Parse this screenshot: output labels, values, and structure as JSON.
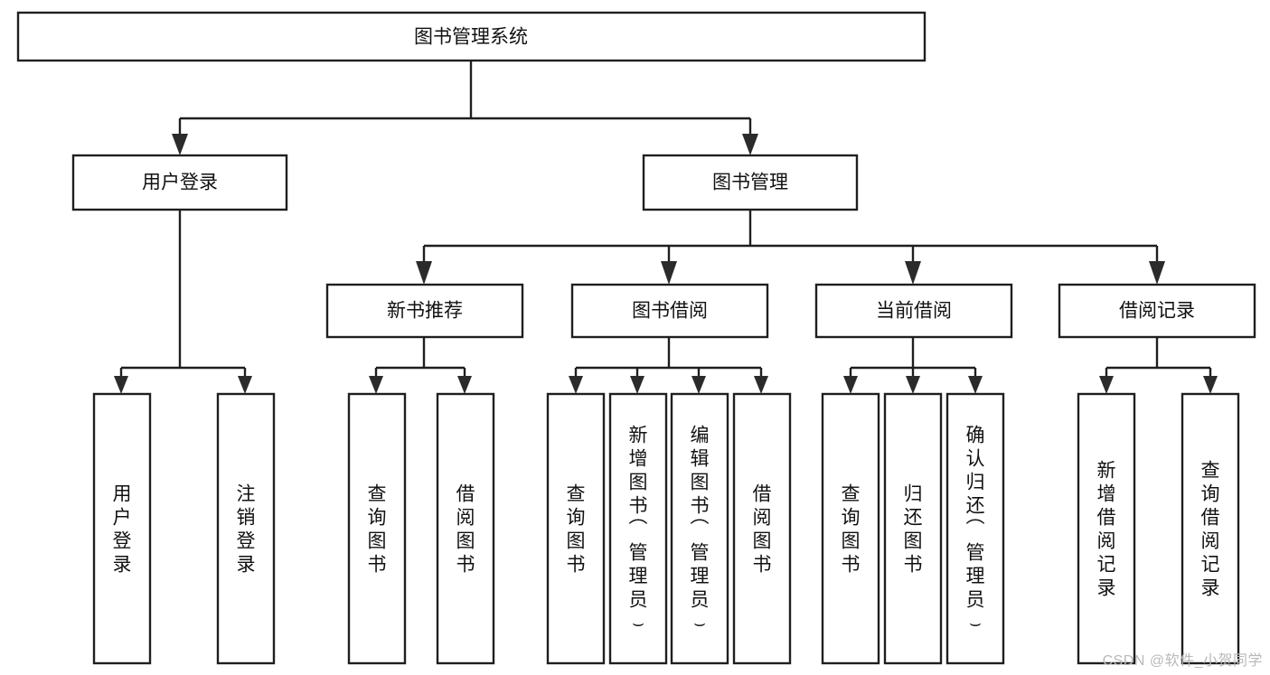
{
  "diagram": {
    "title": "图书管理系统",
    "watermark": "CSDN @软件_小贺同学",
    "colors": {
      "box_stroke": "#1f1f1f",
      "box_fill": "#ffffff",
      "edge": "#1f1f1f",
      "text": "#111111",
      "watermark": "#b9b9b9",
      "background": "#ffffff"
    },
    "levels": {
      "root": "图书管理系统",
      "level2": [
        "用户登录",
        "图书管理"
      ],
      "level3": [
        "新书推荐",
        "图书借阅",
        "当前借阅",
        "借阅记录"
      ]
    },
    "nodes": {
      "root": {
        "label": "图书管理系统",
        "orientation": "horizontal"
      },
      "user_login": {
        "label": "用户登录",
        "orientation": "horizontal"
      },
      "book_manage": {
        "label": "图书管理",
        "orientation": "horizontal"
      },
      "new_book_rec": {
        "label": "新书推荐",
        "orientation": "horizontal"
      },
      "book_borrow": {
        "label": "图书借阅",
        "orientation": "horizontal"
      },
      "current_borrow": {
        "label": "当前借阅",
        "orientation": "horizontal"
      },
      "borrow_record": {
        "label": "借阅记录",
        "orientation": "horizontal"
      },
      "leaf_user_login": {
        "label": "用户登录",
        "orientation": "vertical"
      },
      "leaf_logout": {
        "label": "注销登录",
        "orientation": "vertical"
      },
      "leaf_query_book_1": {
        "label": "查询图书",
        "orientation": "vertical"
      },
      "leaf_borrow_book_1": {
        "label": "借阅图书",
        "orientation": "vertical"
      },
      "leaf_query_book_2": {
        "label": "查询图书",
        "orientation": "vertical"
      },
      "leaf_add_book": {
        "label": "新增图书（管理员）",
        "orientation": "vertical"
      },
      "leaf_edit_book": {
        "label": "编辑图书（管理员）",
        "orientation": "vertical"
      },
      "leaf_borrow_book_2": {
        "label": "借阅图书",
        "orientation": "vertical"
      },
      "leaf_query_book_3": {
        "label": "查询图书",
        "orientation": "vertical"
      },
      "leaf_return_book": {
        "label": "归还图书",
        "orientation": "vertical"
      },
      "leaf_confirm_return": {
        "label": "确认归还（管理员）",
        "orientation": "vertical"
      },
      "leaf_add_record": {
        "label": "新增借阅记录",
        "orientation": "vertical"
      },
      "leaf_query_record": {
        "label": "查询借阅记录",
        "orientation": "vertical"
      }
    },
    "tree": {
      "root": "图书管理系统",
      "children": [
        {
          "label": "用户登录",
          "children": [
            {
              "label": "用户登录"
            },
            {
              "label": "注销登录"
            }
          ]
        },
        {
          "label": "图书管理",
          "children": [
            {
              "label": "新书推荐",
              "children": [
                {
                  "label": "查询图书"
                },
                {
                  "label": "借阅图书"
                }
              ]
            },
            {
              "label": "图书借阅",
              "children": [
                {
                  "label": "查询图书"
                },
                {
                  "label": "新增图书（管理员）"
                },
                {
                  "label": "编辑图书（管理员）"
                },
                {
                  "label": "借阅图书"
                }
              ]
            },
            {
              "label": "当前借阅",
              "children": [
                {
                  "label": "查询图书"
                },
                {
                  "label": "归还图书"
                },
                {
                  "label": "确认归还（管理员）"
                }
              ]
            },
            {
              "label": "借阅记录",
              "children": [
                {
                  "label": "新增借阅记录"
                },
                {
                  "label": "查询借阅记录"
                }
              ]
            }
          ]
        }
      ]
    }
  }
}
